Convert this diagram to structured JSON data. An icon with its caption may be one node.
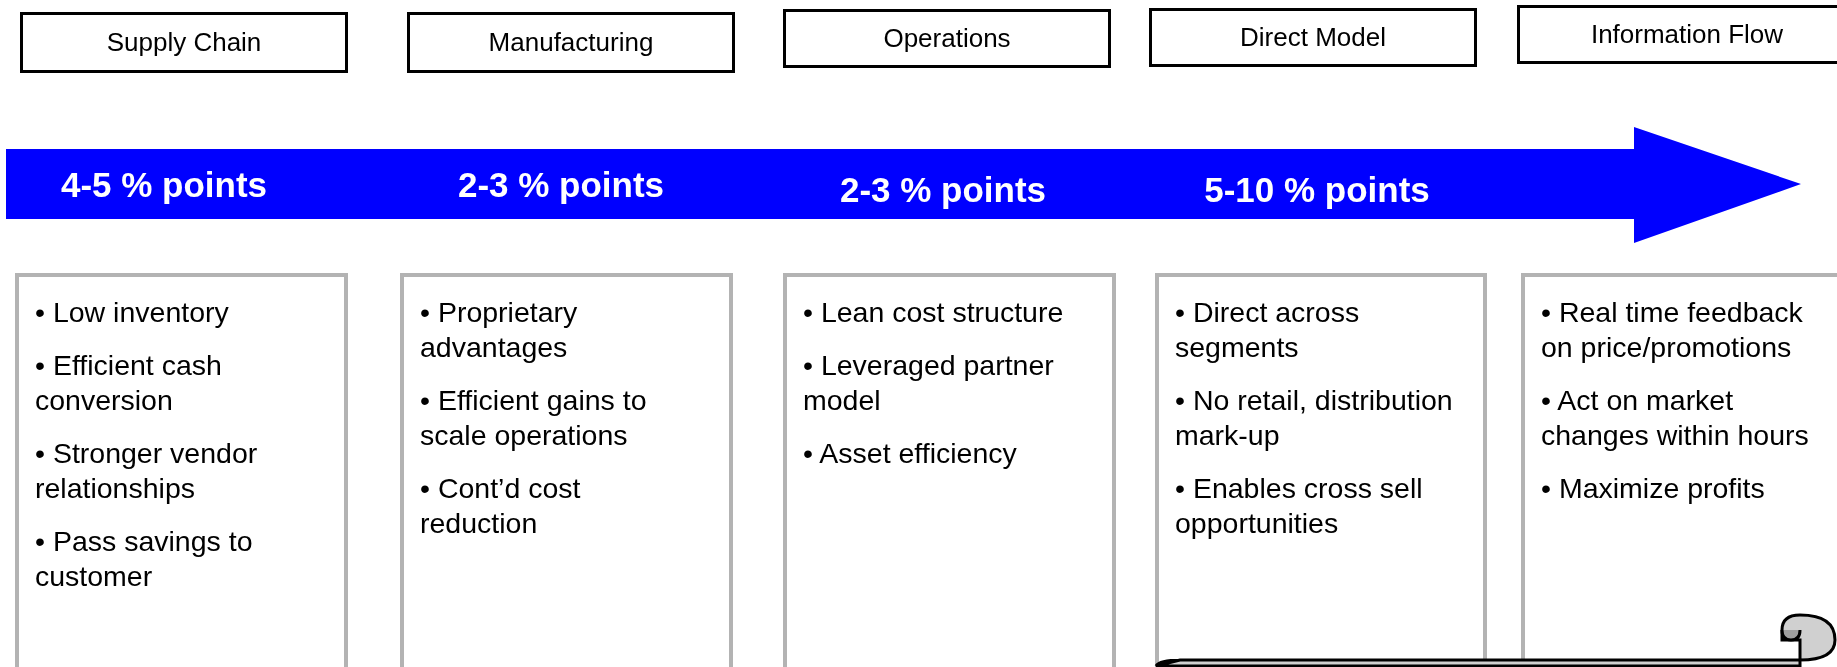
{
  "diagram": {
    "nodes": [
      {
        "text": [
          "Supply Chain"
        ]
      },
      {
        "text": [
          "Manufacturing"
        ]
      },
      {
        "text": [
          "Operations"
        ]
      },
      {
        "text": [
          "Direct Model"
        ]
      },
      {
        "text": [
          "Information Flow"
        ]
      },
      {
        "text": [
          "4-5 % points",
          "2-3 % points",
          "2-3 % points",
          "5-10 % points"
        ]
      },
      {
        "text": [
          "• Low inventory",
          "• Efficient cash conversion",
          "• Stronger vendor relationships",
          "• Pass savings to customer"
        ]
      },
      {
        "text": [
          "• Proprietary advantages",
          "• Efficient gains to scale operations",
          "• Cont’d cost reduction"
        ]
      },
      {
        "text": [
          "• Lean cost structure",
          "• Leveraged partner model",
          "• Asset efficiency"
        ]
      },
      {
        "text": [
          "• Direct across segments",
          "• No retail, distribution mark-up",
          "• Enables cross sell opportunities"
        ]
      },
      {
        "text": [
          "• Real time feedback on price/promotions",
          "• Act on market changes within hours",
          "• Maximize profits"
        ]
      },
      {
        "text": [],
        "shape": "scroll"
      }
    ]
  }
}
